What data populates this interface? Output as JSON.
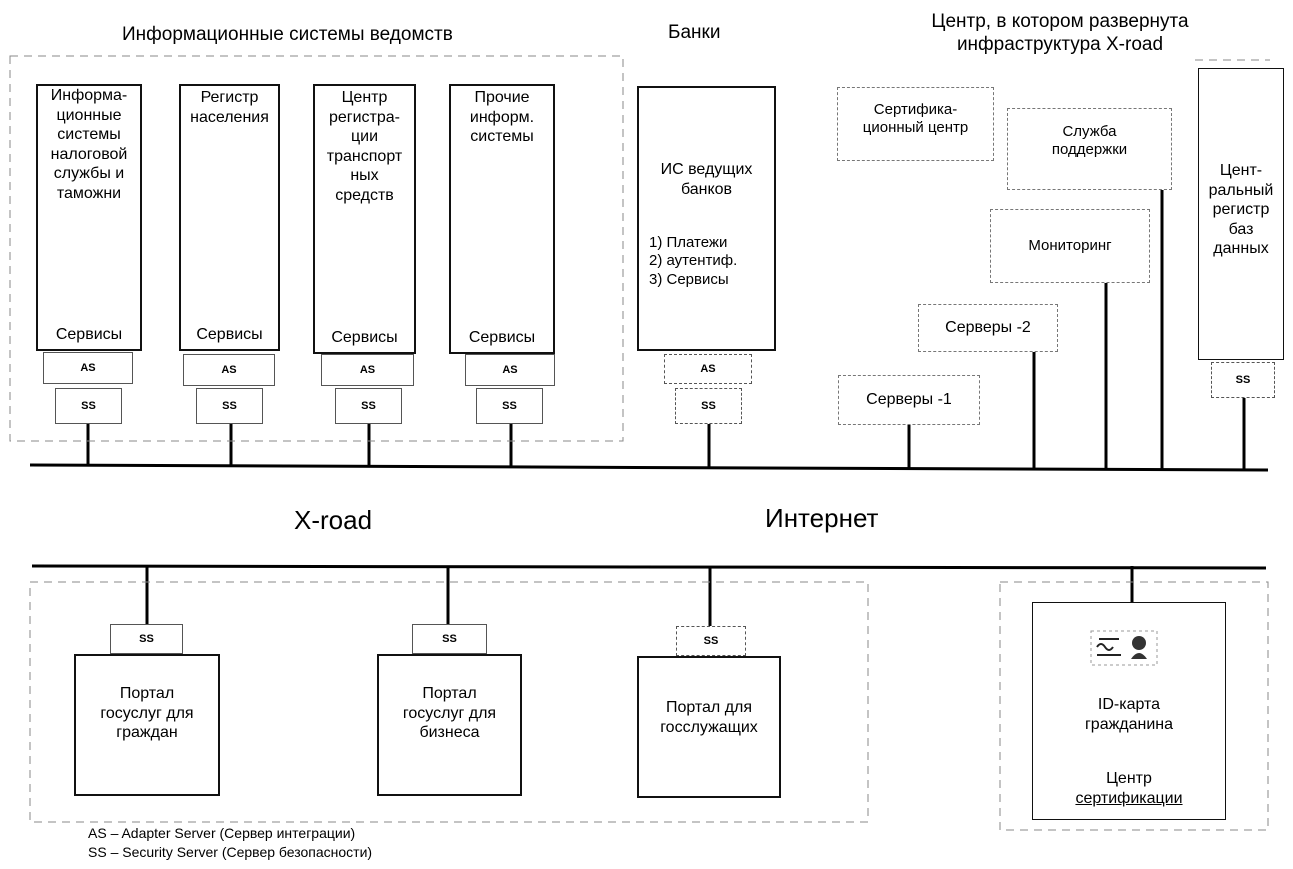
{
  "headers": {
    "agencies": "Информационные системы ведомств",
    "banks": "Банки",
    "center": [
      "Центр, в котором развернута",
      "инфраструктура X-road"
    ]
  },
  "agency_boxes": [
    {
      "lines": [
        "Информа-",
        "ционные",
        "системы",
        "налоговой",
        "службы и",
        "таможни"
      ],
      "services": "Сервисы",
      "as": "AS",
      "ss": "SS"
    },
    {
      "lines": [
        "Регистр",
        "населения"
      ],
      "services": "Сервисы",
      "as": "AS",
      "ss": "SS"
    },
    {
      "lines": [
        "Центр",
        "регистра-",
        "ции",
        "транспорт",
        "ных",
        "средств"
      ],
      "services": "Сервисы",
      "as": "AS",
      "ss": "SS"
    },
    {
      "lines": [
        "Прочие",
        "информ.",
        "системы"
      ],
      "services": "Сервисы",
      "as": "AS",
      "ss": "SS"
    }
  ],
  "bank_box": {
    "lines": [
      "ИС ведущих",
      "банков"
    ],
    "items": [
      "1) Платежи",
      "2) аутентиф.",
      "3) Сервисы"
    ],
    "as": "AS",
    "ss": "SS"
  },
  "center_nodes": {
    "cert_center": [
      "Сертифика-",
      "ционный центр"
    ],
    "support": [
      "Служба",
      "поддержки"
    ],
    "monitoring": "Мониторинг",
    "servers2": "Серверы -2",
    "servers1": "Серверы -1",
    "central_registry": [
      "Цент-",
      "ральный",
      "регистр",
      "баз",
      "данных"
    ],
    "central_ss": "SS"
  },
  "network_labels": {
    "xroad": "X-road",
    "internet": "Интернет"
  },
  "portals": [
    {
      "lines": [
        "Портал",
        "госуслуг для",
        "граждан"
      ],
      "ss": "SS"
    },
    {
      "lines": [
        "Портал",
        "госуслуг для",
        "бизнеса"
      ],
      "ss": "SS"
    },
    {
      "lines": [
        "Портал для",
        "госслужащих"
      ],
      "ss": "SS"
    }
  ],
  "id_card": {
    "lines": [
      "ID-карта",
      "гражданина"
    ],
    "cert": [
      "Центр",
      "сертификации"
    ]
  },
  "legend": [
    "AS – Adapter Server (Сервер интеграции)",
    "SS – Security Server (Сервер безопасности)"
  ]
}
